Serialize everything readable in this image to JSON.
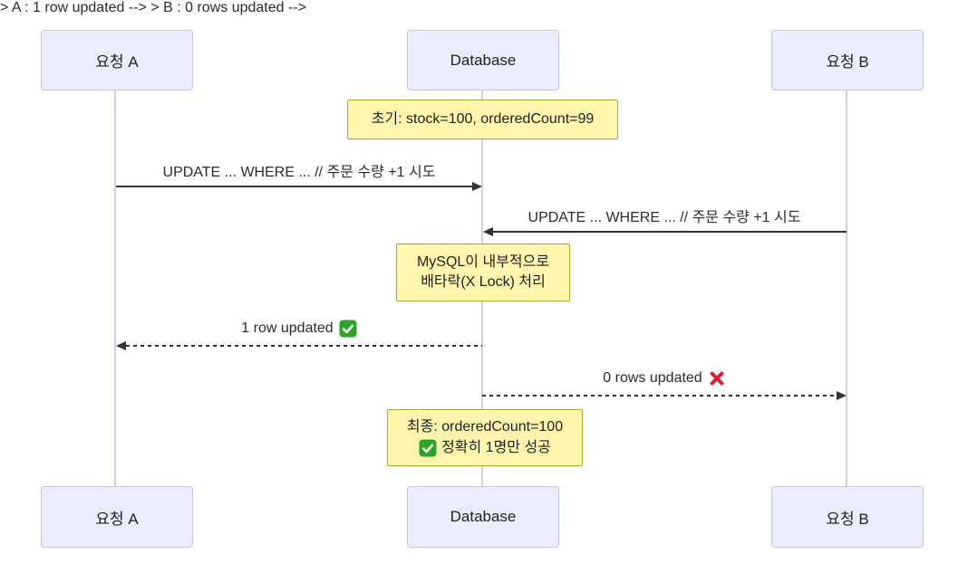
{
  "diagram_type": "sequence-diagram",
  "colors": {
    "actor_fill": "#ECECFF",
    "actor_border": "#C8C1E9",
    "lifeline": "#D2CDEB",
    "note_fill": "#FFF5AD",
    "note_border": "#AAAA33",
    "line": "#333333",
    "text": "#2B2B2B",
    "check_green": "#2AA52A",
    "cross_red": "#DC2031",
    "check_mark_white": "#FFFFFF"
  },
  "actors": [
    {
      "label": "요청 A"
    },
    {
      "label": "Database"
    },
    {
      "label": "요청 B"
    }
  ],
  "messages": [
    {
      "from": "요청 A",
      "to": "Database",
      "line": "solid",
      "label": "UPDATE ... WHERE ... // 주문 수량 +1 시도"
    },
    {
      "from": "요청 B",
      "to": "Database",
      "line": "solid",
      "label": "UPDATE ... WHERE ... // 주문 수량 +1 시도"
    },
    {
      "from": "Database",
      "to": "요청 A",
      "line": "dashed",
      "label": "1 row updated",
      "icon": "check"
    },
    {
      "from": "Database",
      "to": "요청 B",
      "line": "dashed",
      "label": "0 rows updated",
      "icon": "cross"
    }
  ],
  "notes": [
    {
      "over": "Database",
      "line1": "초기: stock=100, orderedCount=99"
    },
    {
      "over": "Database",
      "line1": "MySQL이 내부적으로",
      "line2": "배타락(X Lock) 처리"
    },
    {
      "over": "Database",
      "line1": "최종: orderedCount=100",
      "line2": "정확히 1명만 성공",
      "line2_icon": "check"
    }
  ]
}
